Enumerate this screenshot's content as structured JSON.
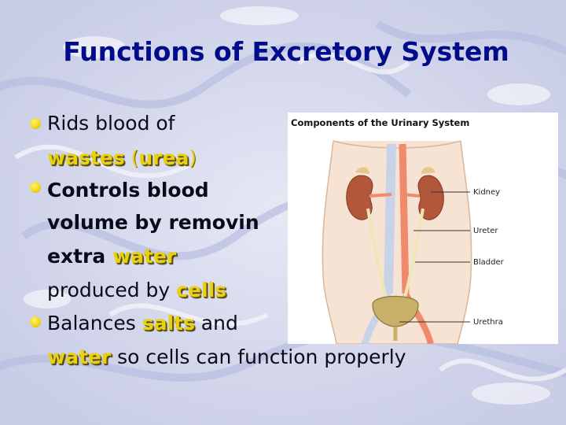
{
  "slide": {
    "title": "Functions of Excretory System",
    "bullets": [
      {
        "lines": [
          {
            "parts": [
              "Rids blood of"
            ]
          },
          {
            "parts": [
              "wastes",
              " (",
              "urea",
              ")"
            ]
          }
        ]
      },
      {
        "lines": [
          {
            "parts": [
              "Controls blood"
            ]
          },
          {
            "parts": [
              "volume by removin"
            ]
          },
          {
            "parts": [
              "extra ",
              "water"
            ]
          },
          {
            "parts": [
              "produced by ",
              "cells"
            ]
          }
        ]
      },
      {
        "lines": [
          {
            "parts": [
              "Balances ",
              "salts",
              " and"
            ]
          },
          {
            "parts": [
              "water",
              " so cells can function properly"
            ]
          }
        ]
      }
    ]
  },
  "figure": {
    "title": "Components of the Urinary System",
    "labels": [
      "Kidney",
      "Ureter",
      "Bladder",
      "Urethra"
    ]
  },
  "colors": {
    "title": "#000c8a",
    "highlight": "#e8d10e",
    "bullet": "#f0d91a",
    "background": "#d9dcee"
  }
}
